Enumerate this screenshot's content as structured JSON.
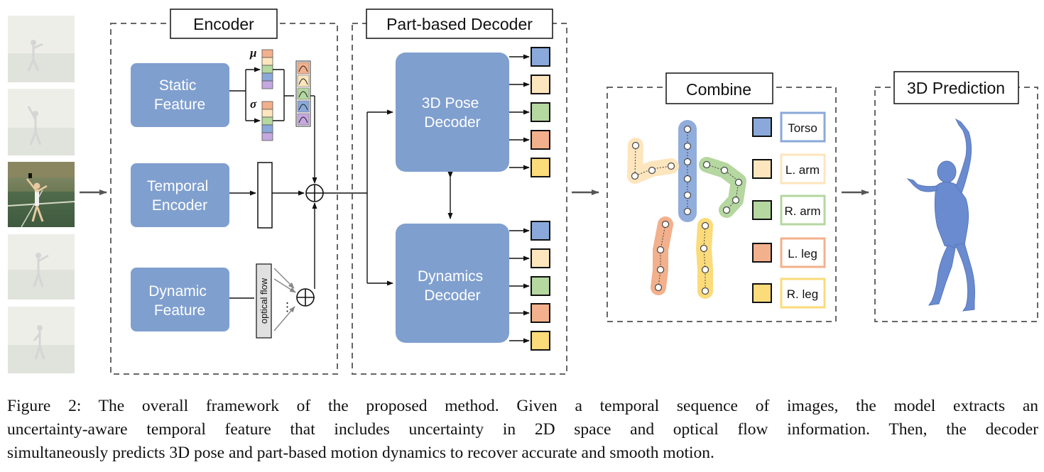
{
  "encoder": {
    "title": "Encoder",
    "static_feature": [
      "Static",
      "Feature"
    ],
    "temporal_encoder": [
      "Temporal",
      "Encoder"
    ],
    "dynamic_feature": [
      "Dynamic",
      "Feature"
    ],
    "mu": "μ",
    "sigma": "σ",
    "optical_flow": "optical flow",
    "dots": "⋮"
  },
  "decoder": {
    "title": "Part-based Decoder",
    "pose_decoder": [
      "3D Pose",
      "Decoder"
    ],
    "dynamics_decoder": [
      "Dynamics",
      "Decoder"
    ]
  },
  "combine": {
    "title": "Combine",
    "legend": [
      "Torso",
      "L. arm",
      "R. arm",
      "L. leg",
      "R. leg"
    ]
  },
  "prediction": {
    "title": "3D Prediction"
  },
  "colors": {
    "block": "#7f9fcf",
    "torso": "#8aa9da",
    "l_arm": "#fde5bd",
    "r_arm": "#b5d7a0",
    "l_leg": "#f3b08c",
    "r_leg": "#fbdb7a",
    "mu_bars": [
      "#f3b08c",
      "#fde5bd",
      "#b5d7a0",
      "#8aa9da",
      "#c5a8e0"
    ]
  },
  "caption": {
    "lines": [
      "Figure 2: The overall framework of the proposed method. Given a temporal sequence of images, the model extracts an",
      "uncertainty-aware temporal feature that includes uncertainty in 2D space and optical flow information. Then, the decoder",
      "simultaneously predicts 3D pose and part-based motion dynamics to recover accurate and smooth motion."
    ]
  }
}
